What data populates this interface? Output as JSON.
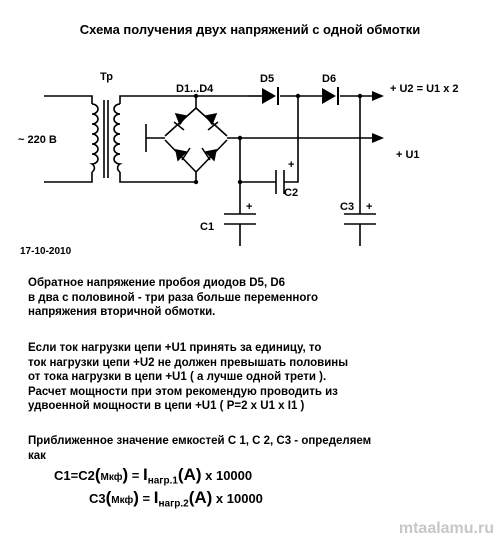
{
  "title": "Схема получения двух напряжений с одной обмотки",
  "schematic": {
    "transformer_label": "Тр",
    "input_label": "~ 220 В",
    "bridge_label": "D1...D4",
    "d5_label": "D5",
    "d6_label": "D6",
    "out_u2_label": "+ U2 = U1 x 2",
    "out_u1_label": "+ U1",
    "c1_label": "C1",
    "c2_label": "C2",
    "c3_label": "C3",
    "plus": "+"
  },
  "date": "17-10-2010",
  "paragraph1": [
    "Обратное  напряжение  пробоя  диодов     D5,  D6",
    "в  два  с половиной - три раза больше переменного",
    "напряжения  вторичной  обмотки."
  ],
  "paragraph2": [
    "Если ток нагрузки цепи  +U1 принять за единицу, то",
    "ток нагрузки цепи  +U2  не должен превышать половины",
    "от тока нагрузки в цепи  +U1 ( а лучше одной трети ).",
    "Расчет мощности при этом рекомендую проводить из",
    "удвоенной мощности в цепи  +U1  ( P=2 x U1 x I1 )"
  ],
  "paragraph3": [
    "Приближенное значение емкостей  С 1, С 2, С3 - определяем",
    "как"
  ],
  "formula1": {
    "lhs": "C1=C2",
    "unit_paren_open": "(",
    "unit": "Мкф",
    "unit_paren_close": ")",
    "eq": " = ",
    "current": "I",
    "current_sub": "нагр.1",
    "amp": "(A)",
    "mult": " x 10000"
  },
  "formula2": {
    "lhs": "C3",
    "unit_paren_open": "(",
    "unit": "Мкф",
    "unit_paren_close": ")",
    "eq": " = ",
    "current": "I",
    "current_sub": "нагр.2",
    "amp": "(A)",
    "mult": " x 10000"
  },
  "watermark": "mtaalamu.ru"
}
